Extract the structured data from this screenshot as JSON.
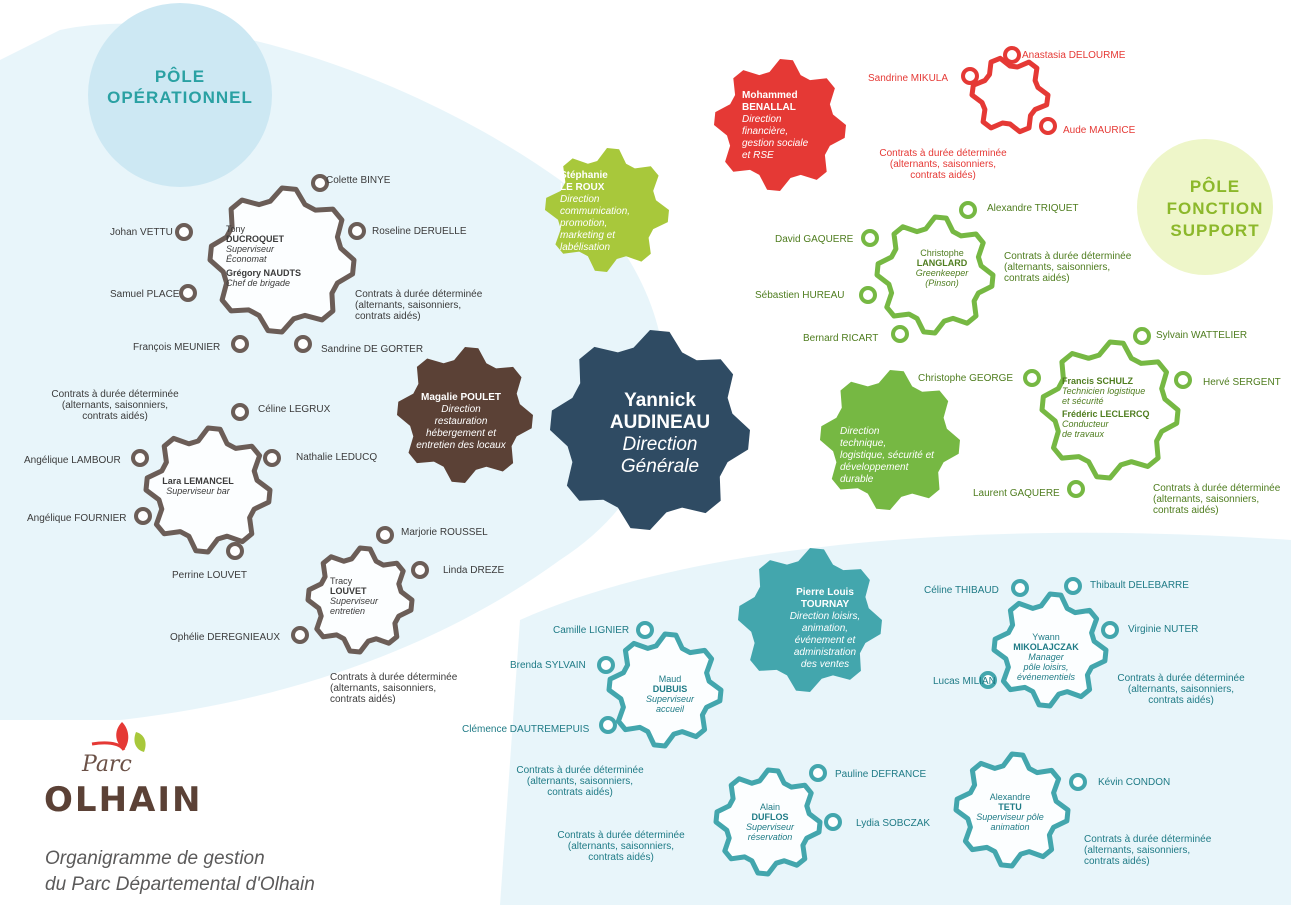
{
  "colors": {
    "operationnel": "#6b5d57",
    "brown": "#5b4136",
    "red": "#e53935",
    "lime": "#a8c83b",
    "green": "#76b843",
    "teal": "#43a6ad",
    "navy": "#2f4b63",
    "blue_bg": "#cde8f3",
    "lime_bg": "#eef6c9"
  },
  "poles": {
    "operationnel": [
      "PÔLE",
      "OPÉRATIONNEL"
    ],
    "support": [
      "PÔLE",
      "FONCTION",
      "SUPPORT"
    ]
  },
  "director": {
    "name": [
      "Yannick",
      "AUDINEAU"
    ],
    "role": [
      "Direction",
      "Générale"
    ]
  },
  "contract_note": [
    "Contrats à durée déterminée",
    "(alternants, saisonniers,",
    "contrats aidés)"
  ],
  "units": {
    "stephanie": {
      "name": [
        "Stéphanie",
        "LE ROUX"
      ],
      "role": [
        "Direction",
        "communication,",
        "promotion,",
        "marketing et",
        "labélisation"
      ]
    },
    "mohammed": {
      "name": [
        "Mohammed",
        "BENALLAL"
      ],
      "role": [
        "Direction",
        "financière,",
        "gestion sociale",
        "et RSE"
      ]
    },
    "magalie": {
      "name": [
        "Magalie POULET"
      ],
      "role": [
        "Direction",
        "restauration",
        "hébergement et",
        "entretien des locaux"
      ]
    },
    "tech": {
      "role": [
        "Direction",
        "technique,",
        "logistique, sécurité et",
        "développement",
        "durable"
      ]
    },
    "pierre": {
      "name": [
        "Pierre Louis",
        "TOURNAY"
      ],
      "role": [
        "Direction loisirs,",
        "animation,",
        "événement et",
        "administration",
        "des ventes"
      ]
    }
  },
  "teams": {
    "tony": {
      "lead1": [
        "Tony",
        "DUCROQUET"
      ],
      "role1": "Superviseur Économat",
      "lead2": "Grégory NAUDTS",
      "role2": "Chef de brigade",
      "members": [
        "Colette BINYE",
        "Roseline DERUELLE",
        "Johan VETTU",
        "Samuel PLACE",
        "François MEUNIER",
        "Sandrine DE GORTER"
      ]
    },
    "lara": {
      "lead": "Lara LEMANCEL",
      "role": "Superviseur bar",
      "members": [
        "Céline LEGRUX",
        "Nathalie LEDUCQ",
        "Angélique LAMBOUR",
        "Angélique FOURNIER",
        "Perrine LOUVET"
      ]
    },
    "tracy": {
      "lead": [
        "Tracy",
        "LOUVET"
      ],
      "role": [
        "Superviseur",
        "entretien"
      ],
      "members": [
        "Marjorie ROUSSEL",
        "Linda DREZE",
        "Ophélie DEREGNIEAUX"
      ]
    },
    "finance": {
      "members": [
        "Anastasia DELOURME",
        "Sandrine MIKULA",
        "Aude MAURICE"
      ]
    },
    "christophe": {
      "lead": [
        "Christophe",
        "LANGLARD"
      ],
      "role": [
        "Greenkeeper",
        "(Pinson)"
      ],
      "members": [
        "Alexandre TRIQUET",
        "David GAQUERE",
        "Sébastien HUREAU",
        "Bernard RICART"
      ]
    },
    "francis": {
      "lead1": "Francis SCHULZ",
      "role1": [
        "Technicien logistique",
        "et sécurité"
      ],
      "lead2": "Frédéric LECLERCQ",
      "role2": [
        "Conducteur",
        "de travaux"
      ],
      "members": [
        "Sylvain WATTELIER",
        "Hervé SERGENT",
        "Christophe GEORGE",
        "Laurent GAQUERE"
      ]
    },
    "maud": {
      "lead": [
        "Maud",
        "DUBUIS"
      ],
      "role": [
        "Superviseur",
        "accueil"
      ],
      "members": [
        "Camille LIGNIER",
        "Brenda SYLVAIN",
        "Clémence DAUTREMEPUIS"
      ]
    },
    "ywann": {
      "lead": [
        "Ywann",
        "MIKOLAJCZAK"
      ],
      "role": [
        "Manager",
        "pôle loisirs,",
        "événementiels"
      ],
      "members": [
        "Céline THIBAUD",
        "Thibault DELEBARRE",
        "Virginie NUTER",
        "Lucas MILIAN"
      ]
    },
    "alain": {
      "lead": [
        "Alain",
        "DUFLOS"
      ],
      "role": [
        "Superviseur",
        "réservation"
      ],
      "members": [
        "Pauline DEFRANCE",
        "Lydia SOBCZAK"
      ]
    },
    "alexandre": {
      "lead": [
        "Alexandre",
        "TETU"
      ],
      "role": [
        "Superviseur pôle",
        "animation"
      ],
      "members": [
        "Kévin CONDON"
      ]
    }
  },
  "logo": {
    "line1": "Parc",
    "line2": "OLHAIN"
  },
  "caption": [
    "Organigramme de gestion",
    "du Parc Départemental d'Olhain"
  ]
}
